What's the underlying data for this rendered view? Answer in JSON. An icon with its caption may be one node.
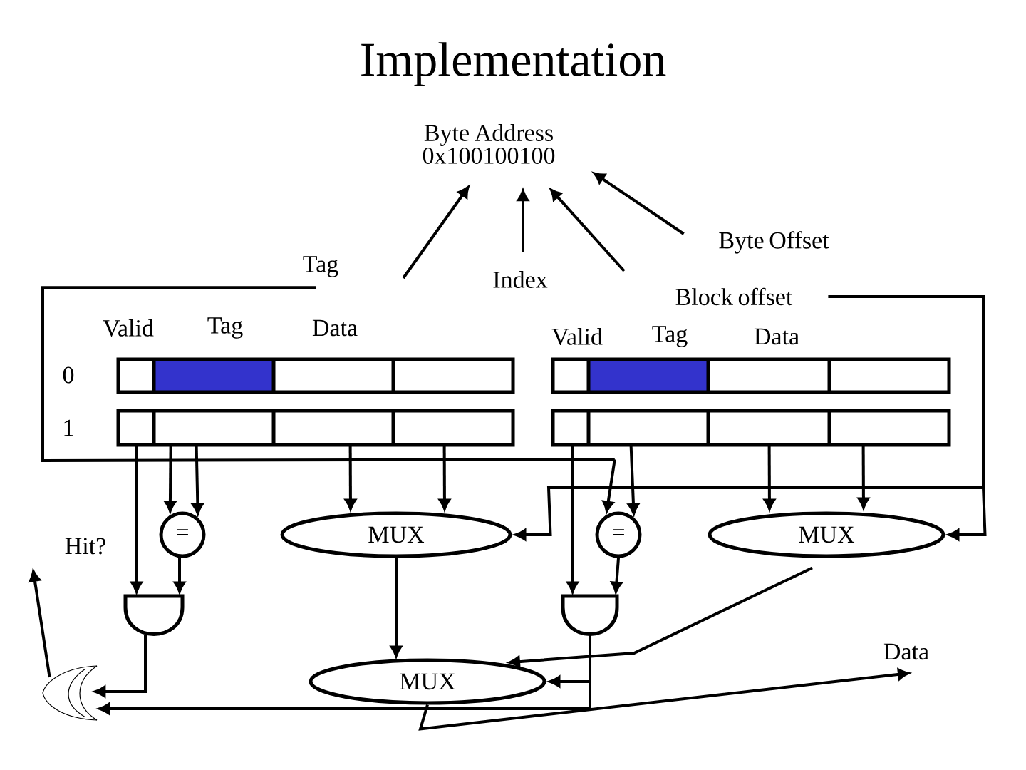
{
  "diagram": {
    "title": "Implementation",
    "nodes": [
      {
        "text": [
          "Byte Address 0x100100100"
        ]
      },
      {
        "text": [
          "Tag"
        ]
      },
      {
        "text": [
          "Index"
        ]
      },
      {
        "text": [
          "Byte Offset"
        ]
      },
      {
        "text": [
          "Block offset"
        ]
      },
      {
        "text": [],
        "shape": "box"
      },
      {
        "text": [],
        "shape": "box"
      },
      {
        "text": [
          "="
        ]
      },
      {
        "text": [
          "MUX"
        ]
      },
      {
        "text": [
          "="
        ]
      },
      {
        "text": [
          "MUX"
        ]
      },
      {
        "text": [],
        "shape": "gate"
      },
      {
        "text": [],
        "shape": "gate"
      },
      {
        "text": [
          "MUX"
        ]
      },
      {
        "text": [],
        "shape": "gate"
      },
      {
        "text": [
          "Hit?"
        ]
      },
      {
        "text": [
          "Data"
        ]
      }
    ],
    "edges": [
      {
        "from": 1,
        "to": 0,
        "arrow": "to"
      },
      {
        "from": 2,
        "to": 0,
        "arrow": "to"
      },
      {
        "from": 4,
        "to": 0,
        "arrow": "to"
      },
      {
        "from": 3,
        "to": 0,
        "arrow": "to"
      },
      {
        "from": 5,
        "to": 11,
        "arrow": "to"
      },
      {
        "from": 5,
        "to": 7,
        "arrow": "to"
      },
      {
        "from": 5,
        "to": 7,
        "arrow": "to"
      },
      {
        "from": 5,
        "to": 8,
        "arrow": "to"
      },
      {
        "from": 5,
        "to": 8,
        "arrow": "to"
      },
      {
        "from": 7,
        "to": 11,
        "arrow": "to"
      },
      {
        "from": 1,
        "to": 9,
        "arrow": "to"
      },
      {
        "from": 6,
        "to": 12,
        "arrow": "to"
      },
      {
        "from": 6,
        "to": 9,
        "arrow": "to"
      },
      {
        "from": 6,
        "to": 10,
        "arrow": "to"
      },
      {
        "from": 6,
        "to": 10,
        "arrow": "to"
      },
      {
        "from": 9,
        "to": 12,
        "arrow": "to"
      },
      {
        "from": 4,
        "to": 10,
        "arrow": "to"
      },
      {
        "from": 4,
        "to": 8,
        "arrow": "to"
      },
      {
        "from": 8,
        "to": 13,
        "arrow": "to"
      },
      {
        "from": 10,
        "to": 13,
        "arrow": "to"
      },
      {
        "from": 12,
        "to": 13,
        "arrow": "to"
      },
      {
        "from": 11,
        "to": 14,
        "arrow": "to"
      },
      {
        "from": 12,
        "to": 14,
        "arrow": "to"
      },
      {
        "from": 14,
        "to": 15,
        "arrow": "to"
      },
      {
        "from": 13,
        "to": 16,
        "arrow": "to"
      }
    ],
    "labels": [
      "Valid",
      "Tag",
      "Data",
      "Valid",
      "Tag",
      "Data",
      "0",
      "1"
    ]
  }
}
